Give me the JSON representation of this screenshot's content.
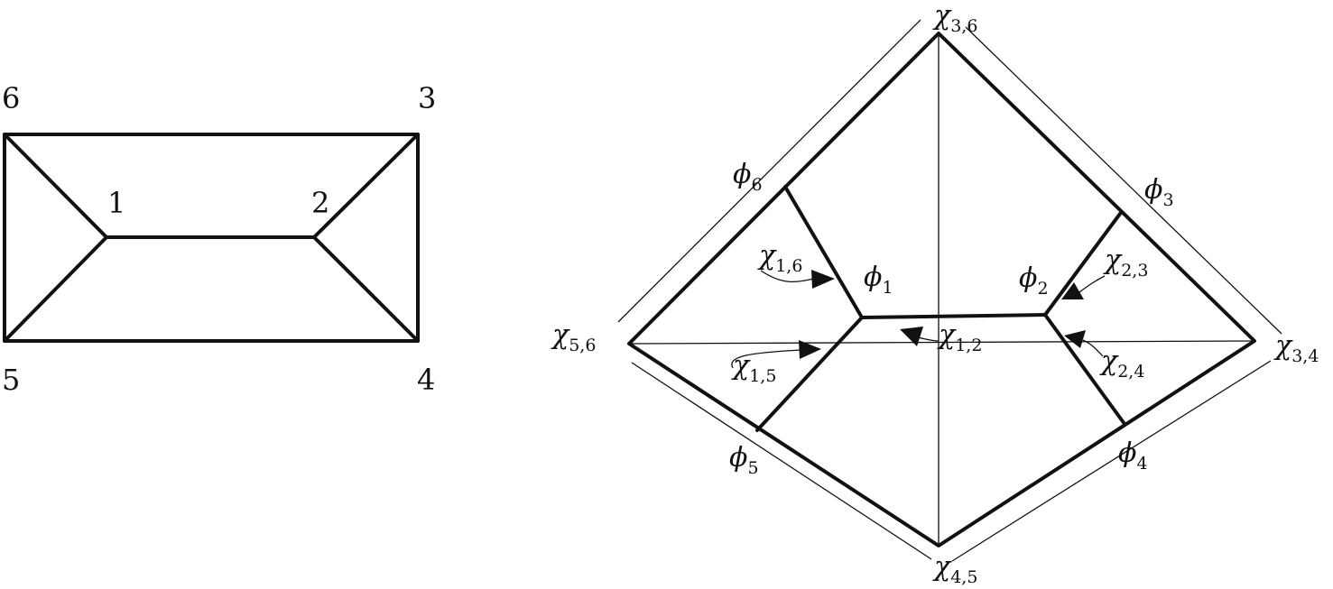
{
  "left_graph": {
    "vertex_labels": [
      "6",
      "3",
      "1",
      "2",
      "5",
      "4"
    ]
  },
  "right_diagram": {
    "chi_symbol": "χ",
    "phi_symbol": "ϕ",
    "chi_labels": {
      "c36": "3,6",
      "c56": "5,6",
      "c34": "3,4",
      "c45": "4,5",
      "c16": "1,6",
      "c15": "1,5",
      "c12": "1,2",
      "c23": "2,3",
      "c24": "2,4"
    },
    "phi_labels": {
      "p6": "6",
      "p3": "3",
      "p1": "1",
      "p2": "2",
      "p5": "5",
      "p4": "4"
    }
  }
}
